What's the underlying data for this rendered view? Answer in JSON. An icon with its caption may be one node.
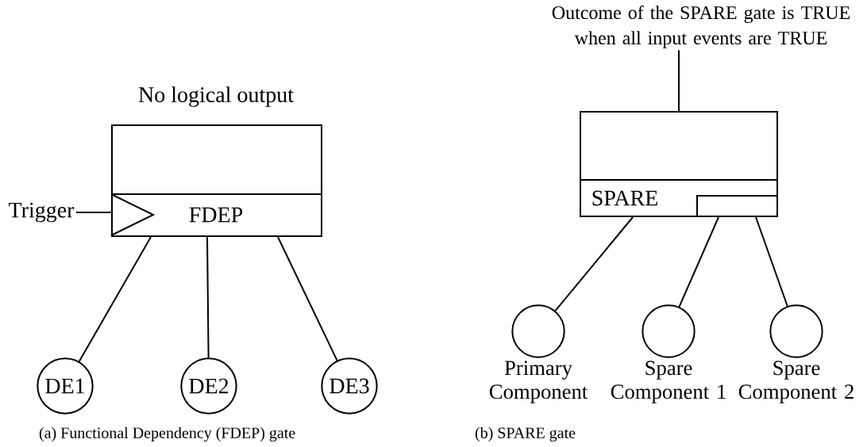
{
  "diagram": {
    "nodes": [
      {
        "text": [
          "No logical output",
          "FDEP"
        ]
      },
      {
        "text": [
          "Trigger"
        ]
      },
      {
        "text": [
          "DE1"
        ]
      },
      {
        "text": [
          "DE2"
        ]
      },
      {
        "text": [
          "DE3"
        ]
      },
      {
        "text": [
          "Outcome of the SPARE gate is TRUE when all input events are TRUE"
        ]
      },
      {
        "text": [
          "SPARE"
        ]
      },
      {
        "text": [],
        "shape": "circle",
        "beside": [
          "Primary Component"
        ]
      },
      {
        "text": [],
        "shape": "circle",
        "beside": [
          "Spare Component 1"
        ]
      },
      {
        "text": [],
        "shape": "circle",
        "beside": [
          "Spare Component 2"
        ]
      }
    ],
    "edges": [
      {
        "from": 1,
        "to": 0,
        "arrow": "none"
      },
      {
        "from": 0,
        "to": 2,
        "arrow": "none"
      },
      {
        "from": 0,
        "to": 3,
        "arrow": "none"
      },
      {
        "from": 0,
        "to": 4,
        "arrow": "none"
      },
      {
        "from": 6,
        "to": 5,
        "arrow": "none"
      },
      {
        "from": 6,
        "to": 7,
        "arrow": "none"
      },
      {
        "from": 6,
        "to": 8,
        "arrow": "none"
      },
      {
        "from": 6,
        "to": 9,
        "arrow": "none"
      }
    ],
    "labels": [
      "(a) Functional Dependency (FDEP) gate",
      "(b) SPARE gate"
    ]
  }
}
